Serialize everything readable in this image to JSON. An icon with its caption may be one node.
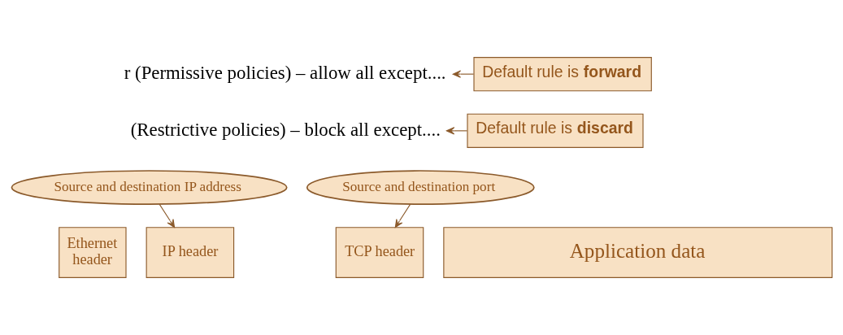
{
  "diagram": {
    "nodes": [
      {
        "text": [
          "r (Permissive policies) – allow all except...."
        ]
      },
      {
        "text": [
          "(Restrictive policies) – block all except...."
        ]
      },
      {
        "text": [
          "Default rule is **forward**"
        ]
      },
      {
        "text": [
          "Default rule is **discard**"
        ]
      },
      {
        "text": [
          "Source and destination IP address"
        ]
      },
      {
        "text": [
          "Source and destination port"
        ]
      },
      {
        "text": [
          "Ethernet header"
        ]
      },
      {
        "text": [
          "IP header"
        ]
      },
      {
        "text": [
          "TCP header"
        ]
      },
      {
        "text": [
          "Application data"
        ]
      }
    ],
    "edges": [
      {
        "from": 2,
        "to": 0,
        "arrow": "to"
      },
      {
        "from": 3,
        "to": 1,
        "arrow": "to"
      },
      {
        "from": 4,
        "to": 7,
        "arrow": "to"
      },
      {
        "from": 5,
        "to": 8,
        "arrow": "to"
      }
    ]
  }
}
